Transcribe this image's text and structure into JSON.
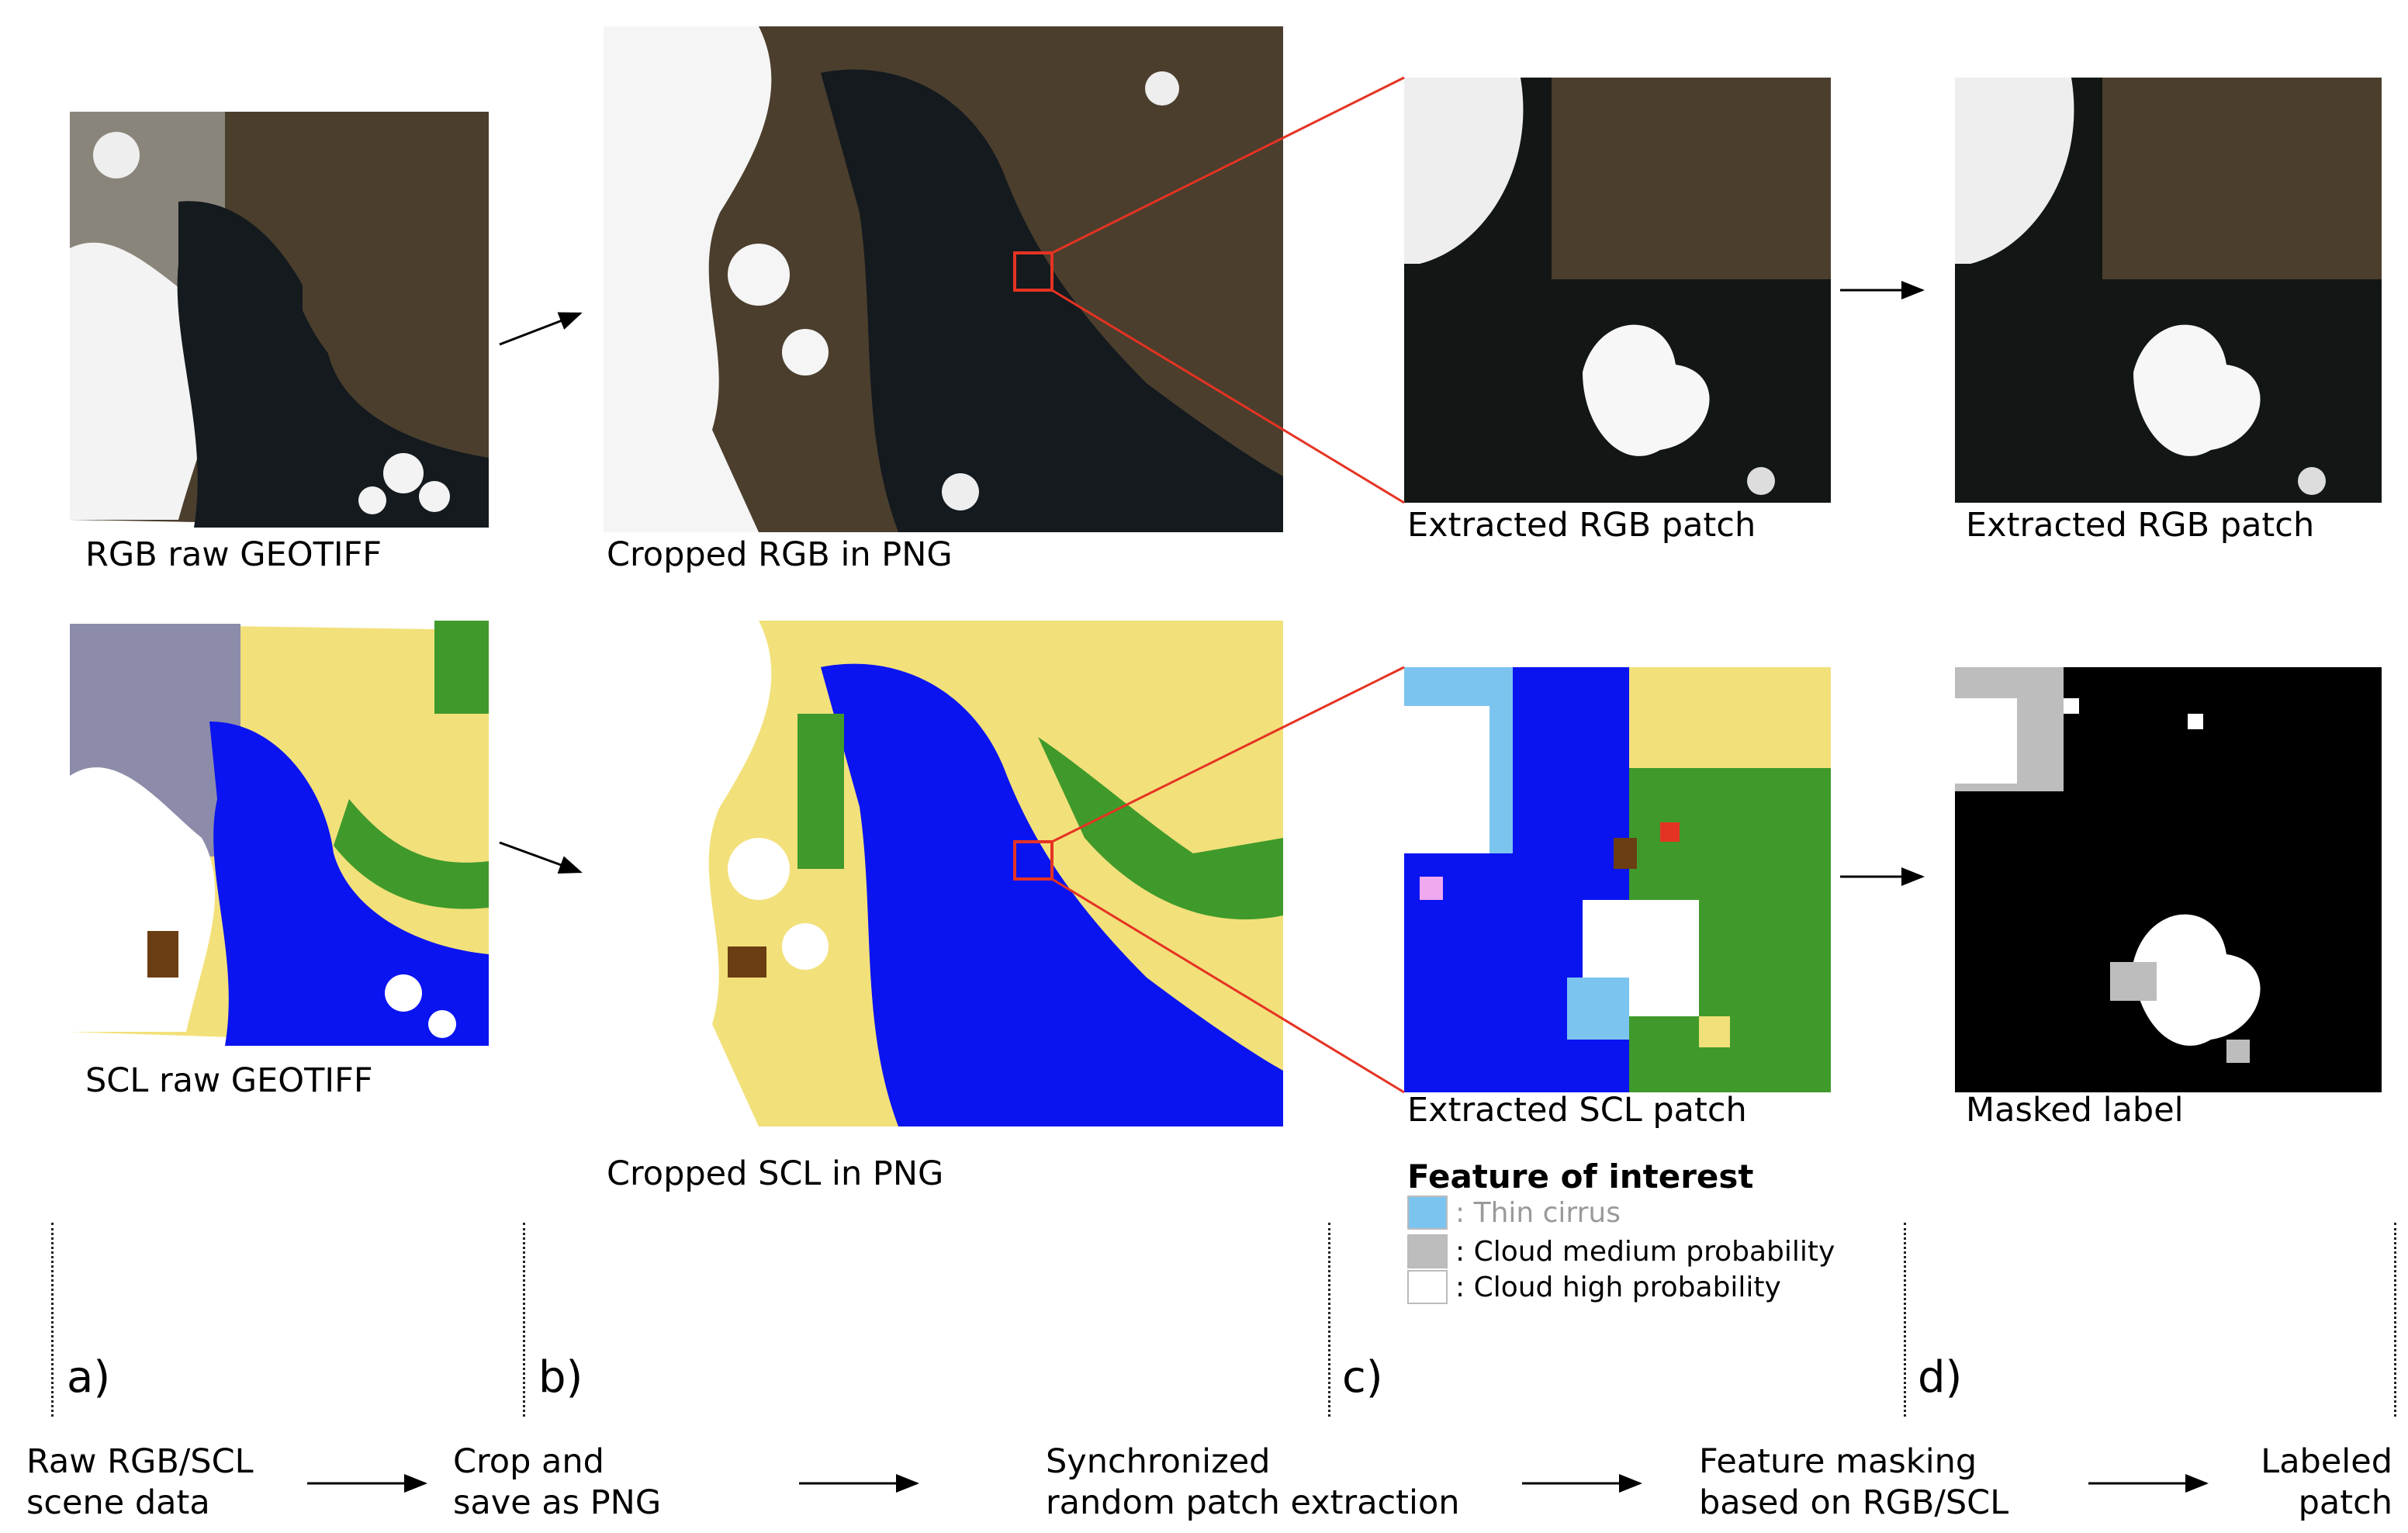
{
  "panels": {
    "rgb_raw": "RGB raw GEOTIFF",
    "rgb_cropped": "Cropped RGB in PNG",
    "rgb_patch": "Extracted RGB patch",
    "rgb_patch_out": "Extracted RGB patch",
    "scl_raw": "SCL raw GEOTIFF",
    "scl_cropped": "Cropped SCL in PNG",
    "scl_patch": "Extracted SCL patch",
    "masked_label": "Masked label"
  },
  "legend": {
    "title": "Feature of interest",
    "items": [
      {
        "label": ": Thin cirrus",
        "color": "#7cc4f0",
        "label_color": "#9a9a9a"
      },
      {
        "label": ": Cloud medium probability",
        "color": "#bdbdbd",
        "label_color": "#000000"
      },
      {
        "label": ": Cloud high probability",
        "color": "#ffffff",
        "label_color": "#000000"
      }
    ]
  },
  "steps": [
    "a)",
    "b)",
    "c)",
    "d)"
  ],
  "pipeline": [
    {
      "line1": "Raw RGB/SCL",
      "line2": "scene data"
    },
    {
      "line1": "Crop and",
      "line2": "save as PNG"
    },
    {
      "line1": "Synchronized",
      "line2": "random patch extraction"
    },
    {
      "line1": "Feature masking",
      "line2": "based on RGB/SCL"
    },
    {
      "line1": "Labeled",
      "line2": "patch"
    }
  ],
  "colors": {
    "water": "#0a14f0",
    "vegetation": "#3f9a2b",
    "bare_soil": "#f2e07a",
    "soil_dark": "#6b3d12",
    "cloud_high": "#ffffff",
    "cloud_medium": "#bdbdbd",
    "thin_cirrus": "#7cc4f0",
    "snow_pink": "#f0a8f0",
    "highlight_red": "#e53323",
    "rgb_water": "#141a1e",
    "rgb_land": "#4b3e2d"
  }
}
